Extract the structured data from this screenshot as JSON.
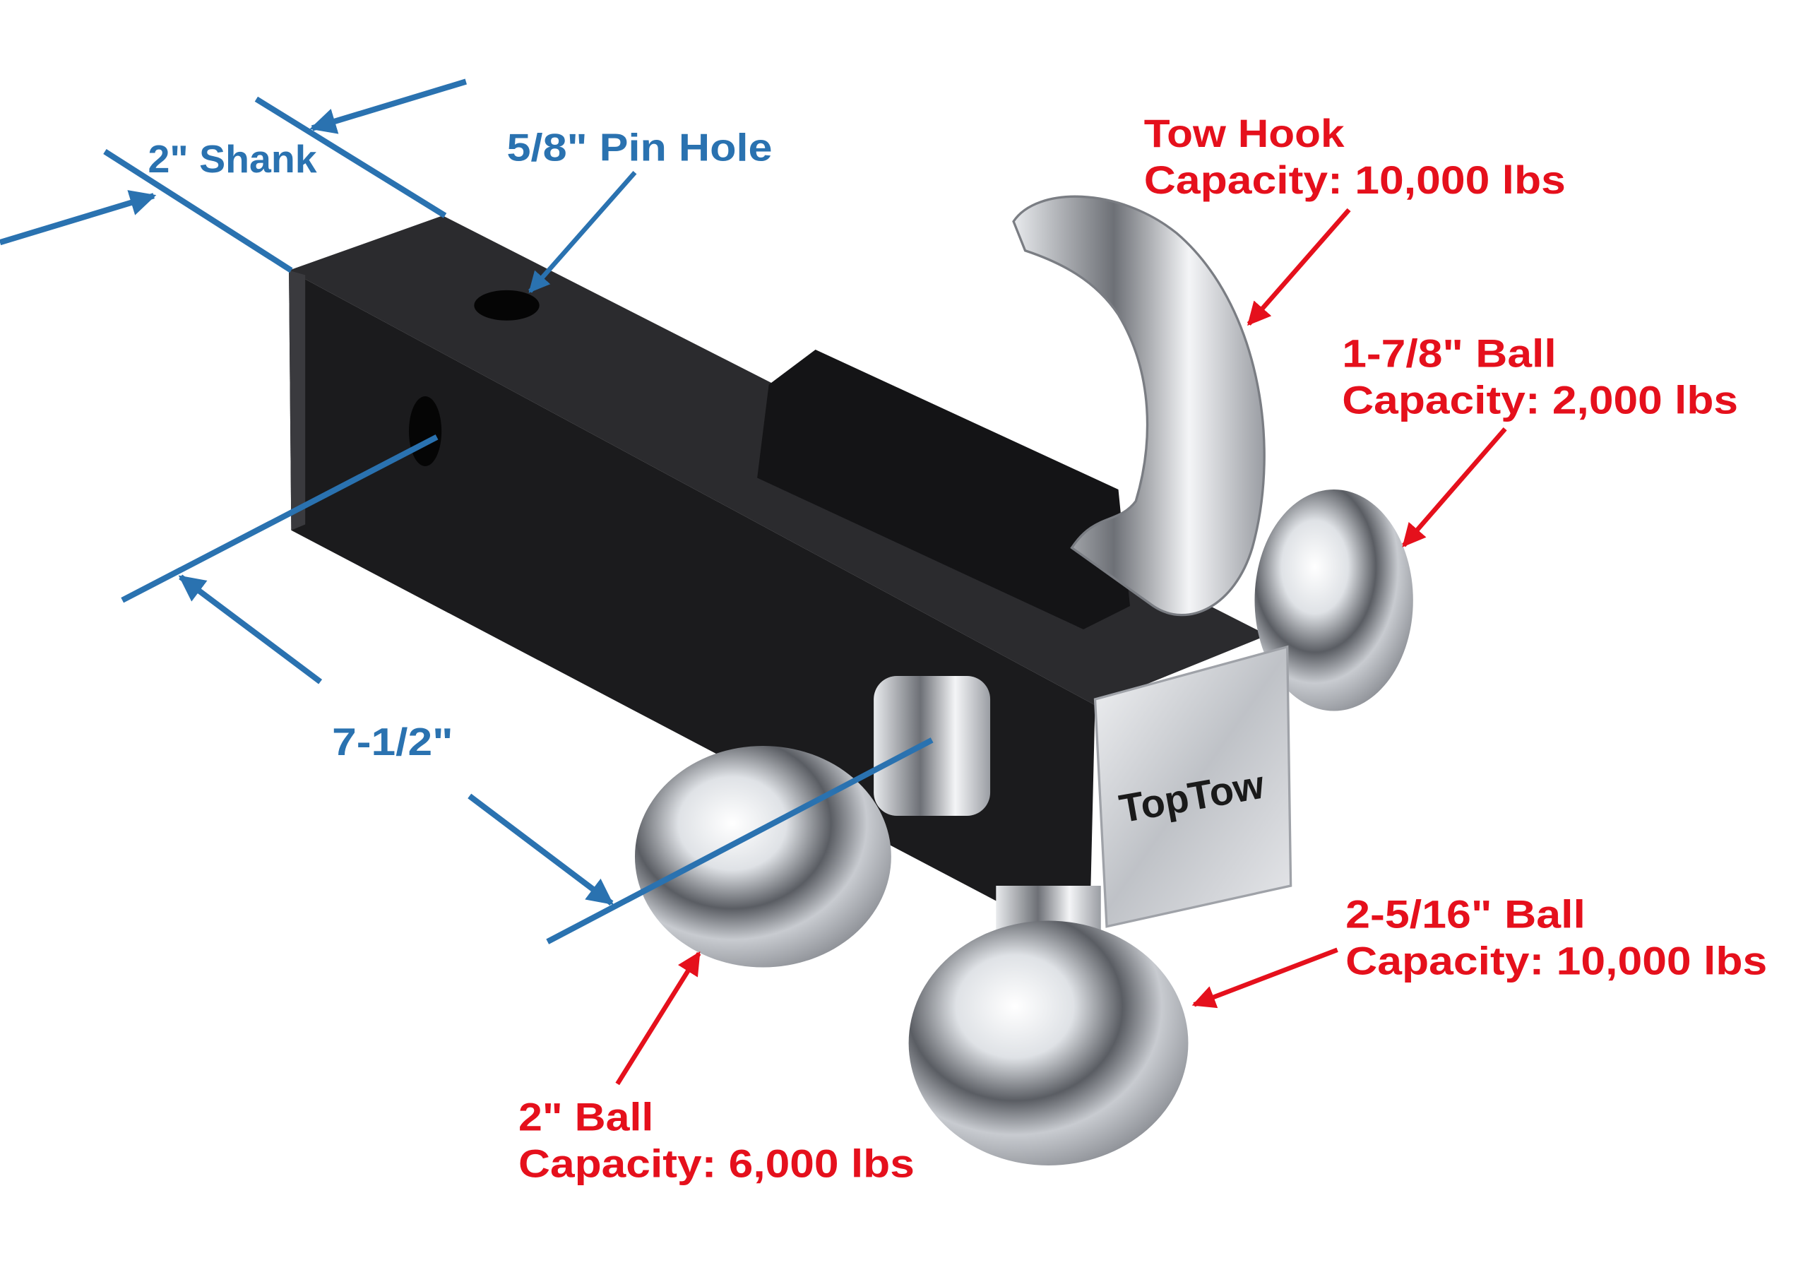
{
  "colors": {
    "dimension_blue": "#2a72b0",
    "callout_red": "#e5101c",
    "shank_black": "#1b1b1d",
    "chrome": "#c9ccd1"
  },
  "dimensions": {
    "shank": "2\" Shank",
    "pin_hole": "5/8\" Pin Hole",
    "length": "7-1/2\""
  },
  "callouts": {
    "tow_hook": {
      "title": "Tow Hook",
      "capacity": "Capacity: 10,000 lbs"
    },
    "ball_1_7_8": {
      "title": "1-7/8\" Ball",
      "capacity": "Capacity: 2,000 lbs"
    },
    "ball_2_5_16": {
      "title": "2-5/16\" Ball",
      "capacity": "Capacity: 10,000 lbs"
    },
    "ball_2": {
      "title": "2\" Ball",
      "capacity": "Capacity: 6,000 lbs"
    }
  },
  "logo": {
    "text": "TopTow"
  }
}
